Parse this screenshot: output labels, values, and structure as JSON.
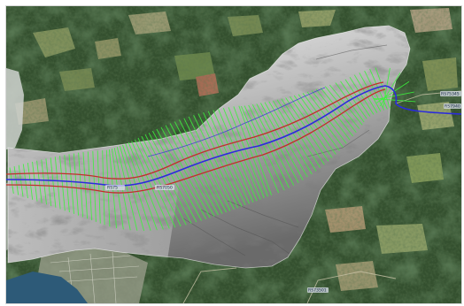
{
  "map": {
    "type": "satellite-imagery-with-terrain-overlay",
    "layers": [
      {
        "name": "satellite-basemap",
        "description": "forested landscape, clearcuts, agricultural fields"
      },
      {
        "name": "hillshade-dem",
        "description": "grayscale elevation raster of river valley"
      },
      {
        "name": "cross-sections",
        "color": "#3cf23c"
      },
      {
        "name": "river-centerline",
        "color": "#2b2bdc"
      },
      {
        "name": "bank-lines",
        "color": "#c0302a"
      }
    ],
    "colors": {
      "cross_sections": "#3cf23c",
      "centerline": "#2b2bdc",
      "banks": "#c0302a",
      "water": "#2d5a78",
      "forest": "#2f4a2f",
      "hillshade_light": "#f2f2f2",
      "hillshade_dark": "#5f5f5f"
    },
    "gauge_labels": [
      {
        "id": "gauge-1",
        "text": "RS75"
      },
      {
        "id": "gauge-2",
        "text": "RS7050"
      },
      {
        "id": "gauge-3",
        "text": "RS75345"
      },
      {
        "id": "gauge-4",
        "text": "RS7940"
      },
      {
        "id": "gauge-5",
        "text": "RS73501"
      }
    ]
  }
}
